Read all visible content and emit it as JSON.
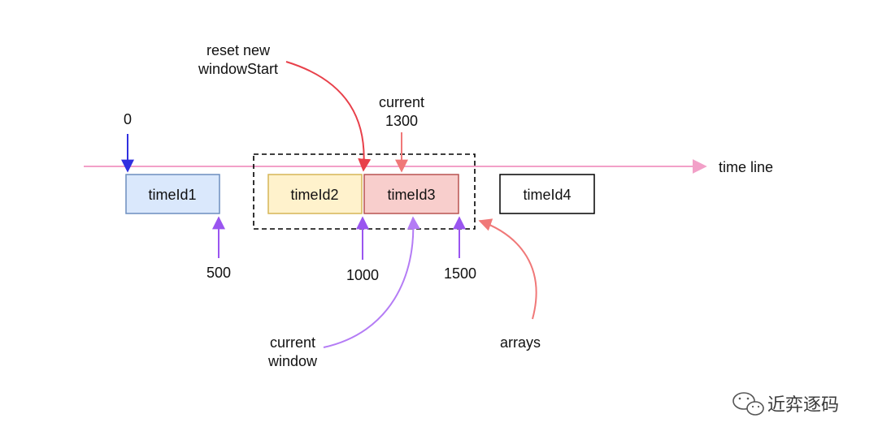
{
  "timeline": {
    "label": "time line",
    "color": "#f2a0c8"
  },
  "boxes": [
    {
      "id": "timeid1",
      "label": "timeId1",
      "fill": "#dae8fc",
      "stroke": "#6c8ebf"
    },
    {
      "id": "timeid2",
      "label": "timeId2",
      "fill": "#fff2cc",
      "stroke": "#d6b656"
    },
    {
      "id": "timeid3",
      "label": "timeId3",
      "fill": "#f8cecc",
      "stroke": "#b85450"
    },
    {
      "id": "timeid4",
      "label": "timeId4",
      "fill": "#ffffff",
      "stroke": "#000000"
    }
  ],
  "markers": {
    "zero": "0",
    "t500": "500",
    "t1000": "1000",
    "t1500": "1500"
  },
  "annotations": {
    "reset_line1": "reset new",
    "reset_line2": "windowStart",
    "current_line1": "current",
    "current_line2": "1300",
    "window_line1": "current",
    "window_line2": "window",
    "arrays": "arrays"
  },
  "watermark": {
    "text": "近弈逐码",
    "icon": "wechat-icon"
  },
  "colors": {
    "red_arrow": "#e8404a",
    "pink_arrow": "#f07878",
    "purple_arrow": "#9a55f0",
    "lilac_arrow": "#b47cf5",
    "blue_arrow": "#3030e0"
  }
}
